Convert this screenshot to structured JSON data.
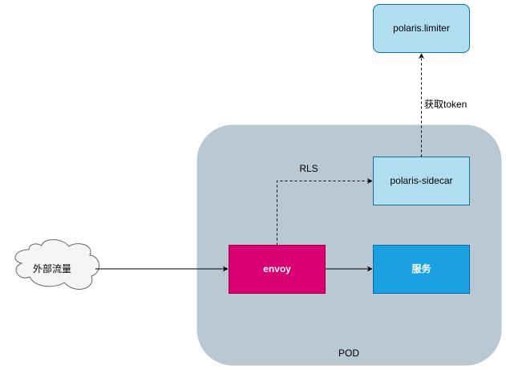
{
  "diagram": {
    "pod": {
      "label": "POD",
      "fill": "#bac8d3"
    },
    "nodes": {
      "external_traffic": {
        "label": "外部流量",
        "fill": "#f5f5f5"
      },
      "envoy": {
        "label": "envoy",
        "fill": "#d80073",
        "text_color": "#ffffff"
      },
      "service": {
        "label": "服务",
        "fill": "#1ba1e2",
        "text_color": "#ffffff"
      },
      "polaris_sidecar": {
        "label": "polaris-sidecar",
        "fill": "#b1ddf0"
      },
      "polaris_limiter": {
        "label": "polaris.limiter",
        "fill": "#b1ddf0"
      }
    },
    "edges": {
      "rls": {
        "label": "RLS"
      },
      "get_token": {
        "label": "获取token"
      }
    }
  }
}
